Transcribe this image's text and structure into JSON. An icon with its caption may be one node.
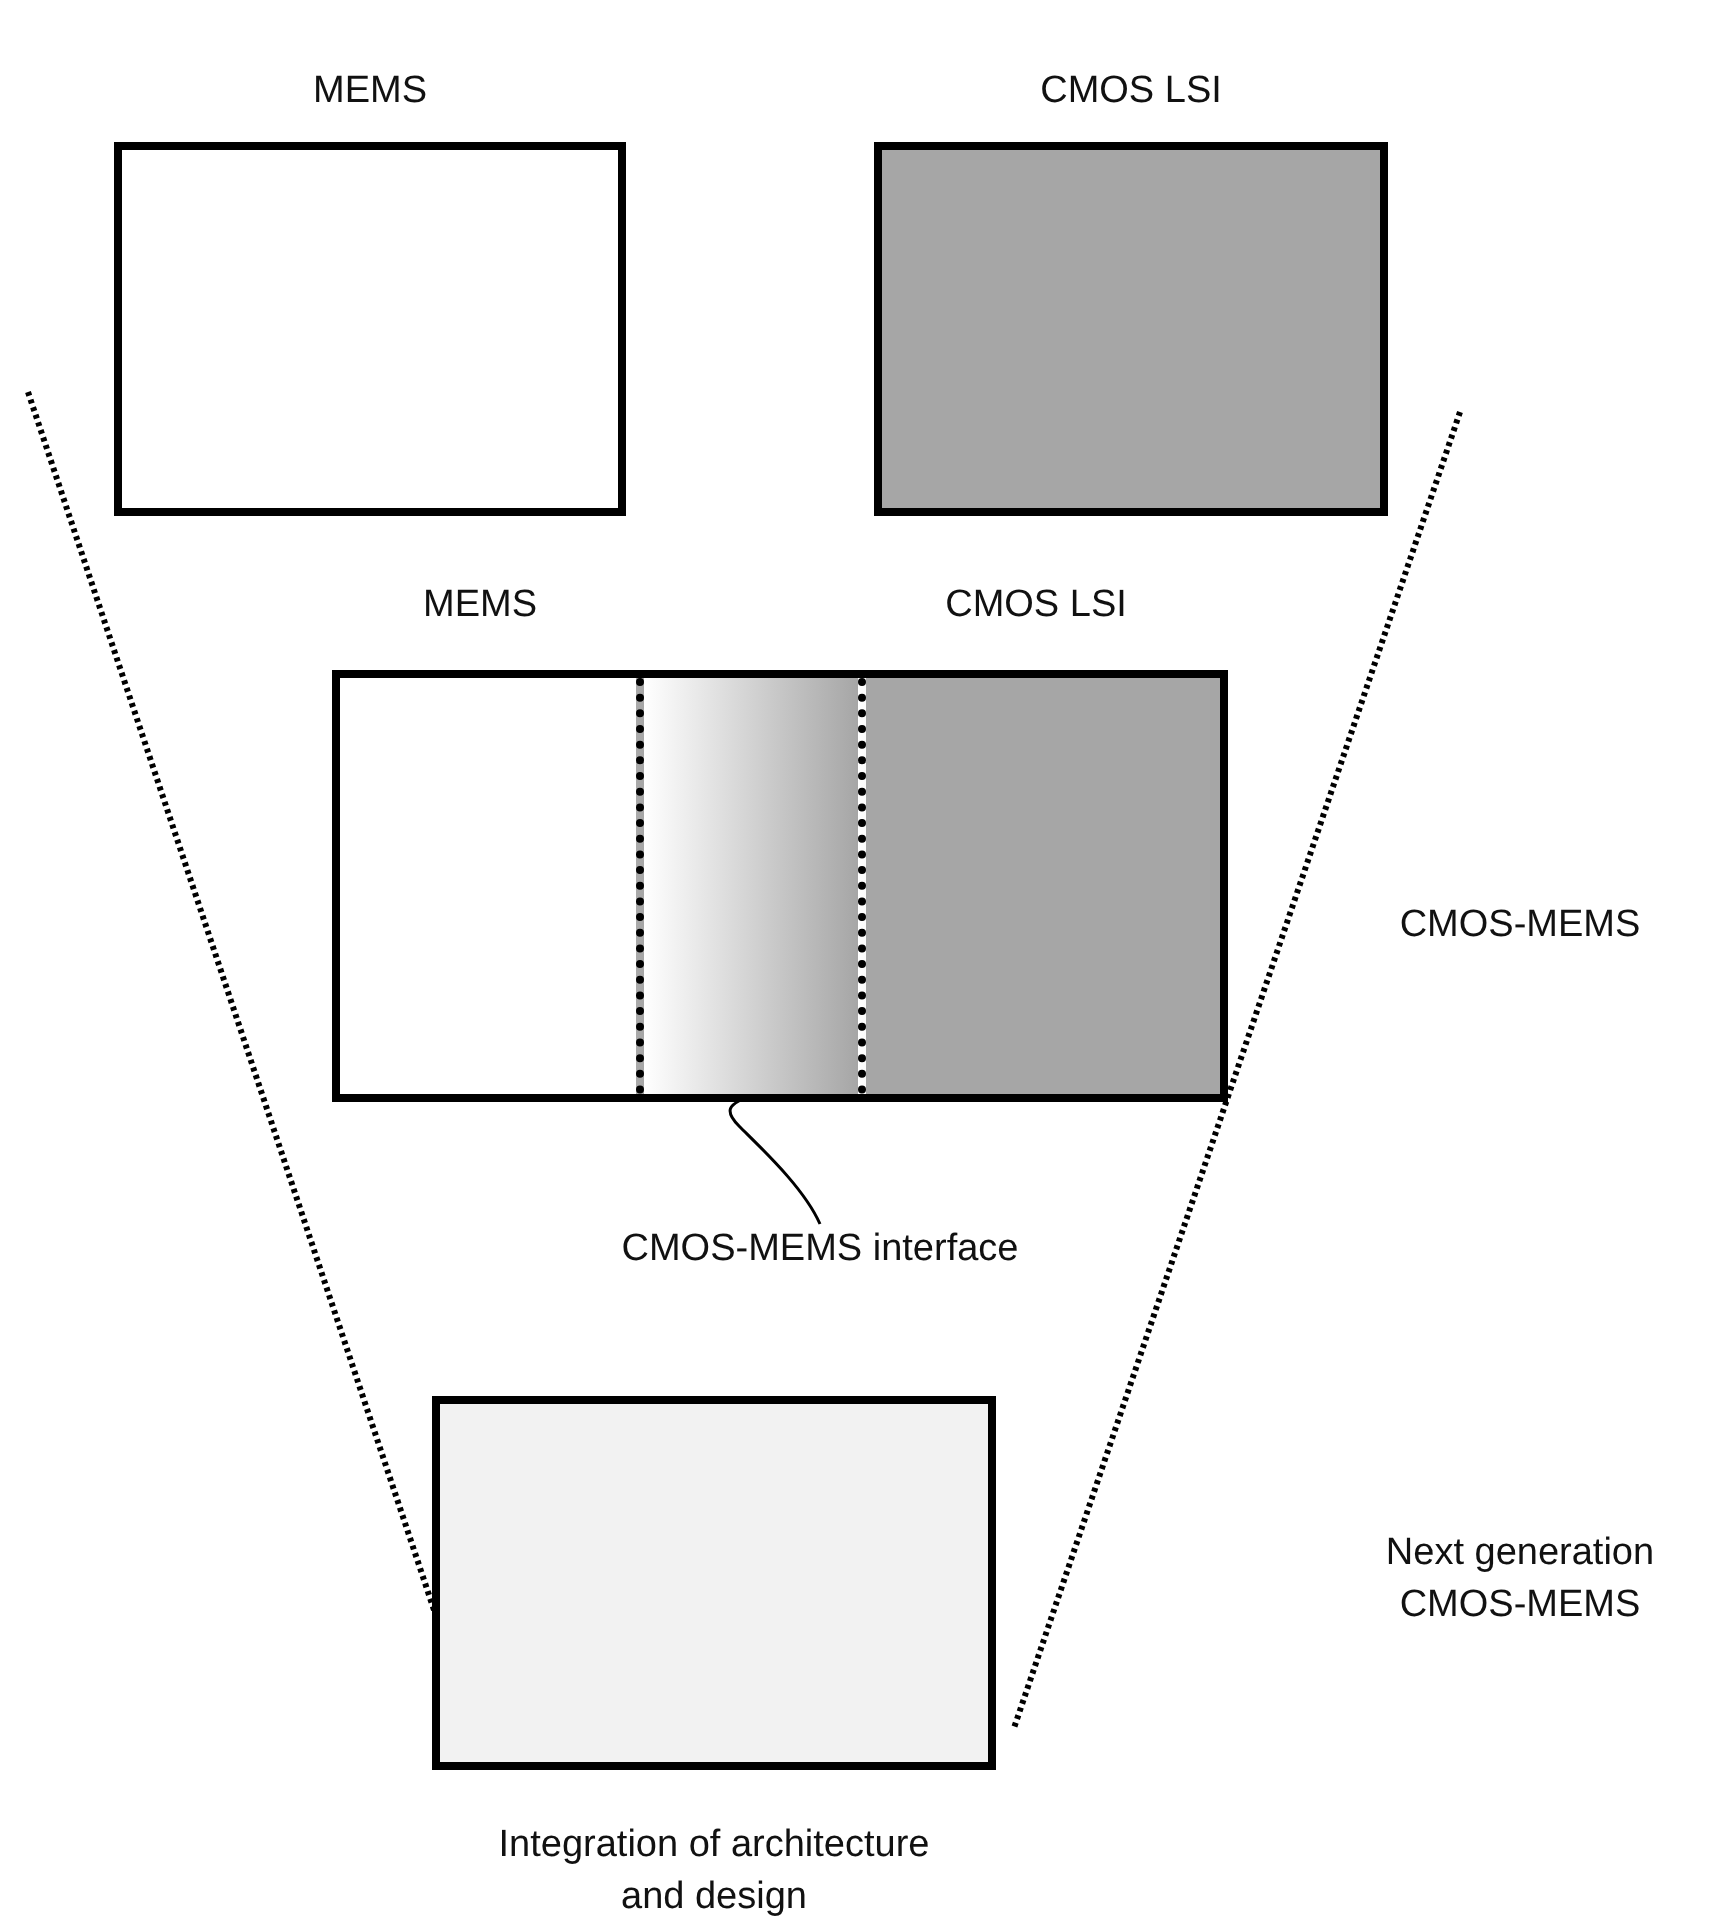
{
  "diagram": {
    "nodes": [
      {
        "text": [
          "MEMS"
        ]
      },
      {
        "text": [
          "CMOS LSI"
        ]
      },
      {
        "text": [],
        "shape": "box"
      },
      {
        "text": [],
        "shape": "box",
        "in": 2
      },
      {
        "text": [
          "CMOS‐MEMS interface"
        ]
      },
      {
        "text": [],
        "shape": "box",
        "beside": [
          "Integration of architecture and design"
        ]
      }
    ],
    "edges": [
      {
        "from": 4,
        "to": 3,
        "arrow": "none"
      }
    ],
    "labels": [
      "MEMS",
      "CMOS LSI",
      "CMOS‐MEMS",
      "Next generation CMOS‐MEMS"
    ]
  }
}
